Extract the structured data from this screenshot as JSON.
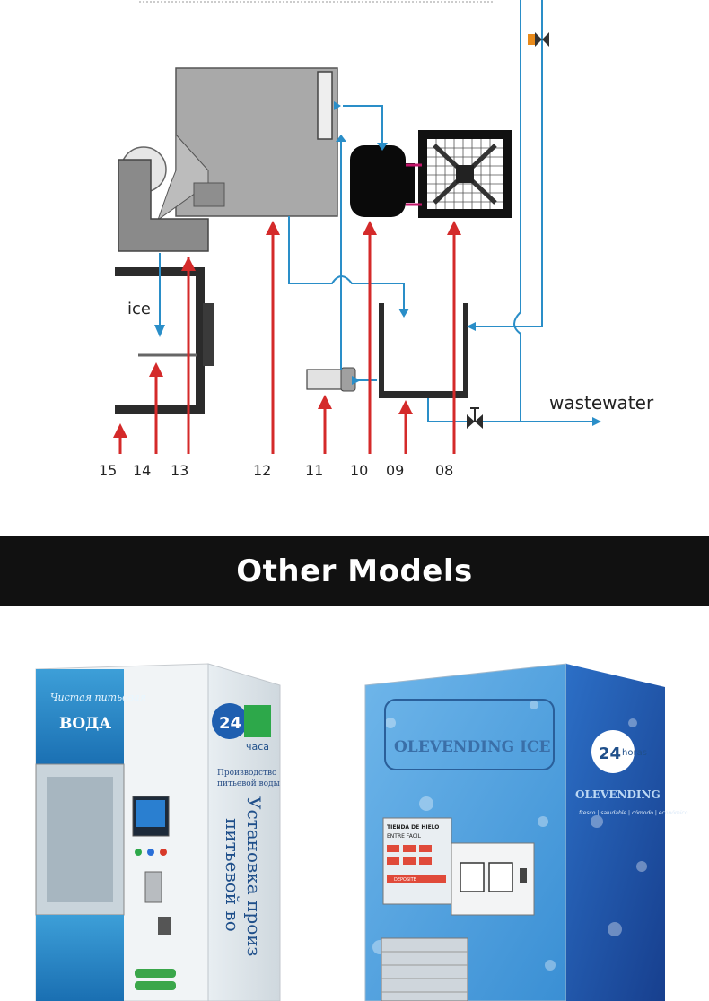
{
  "diagram": {
    "ice_label": "ice",
    "wastewater_label": "wastewater",
    "callouts": [
      "15",
      "14",
      "13",
      "12",
      "11",
      "10",
      "09",
      "08"
    ]
  },
  "banner": {
    "title": "Other Models"
  },
  "models": {
    "water_machine": {
      "header_line1": "Чистая питьевая",
      "header_line2": "ВОДА",
      "badge_number": "24",
      "badge_text": "часа",
      "subtitle_line1": "Производство",
      "subtitle_line2": "питьевой воды",
      "vertical_line1": "Установка произ",
      "vertical_line2": "питьевой во"
    },
    "ice_machine": {
      "logo_text": "OLEVENDING ICE",
      "badge_number": "24",
      "badge_text": "horas",
      "side_text": "OLEVENDING",
      "tagline": "fresco | saludable | cómodo | económico",
      "panel_title_1": "TIENDA DE HIELO",
      "panel_title_2": "ENTRE FACIL",
      "panel_footer": "DEPOSITE"
    }
  },
  "colors": {
    "arrow_red": "#d42a2a",
    "pipe_blue": "#2a8ec8",
    "banner_bg": "#111111"
  }
}
